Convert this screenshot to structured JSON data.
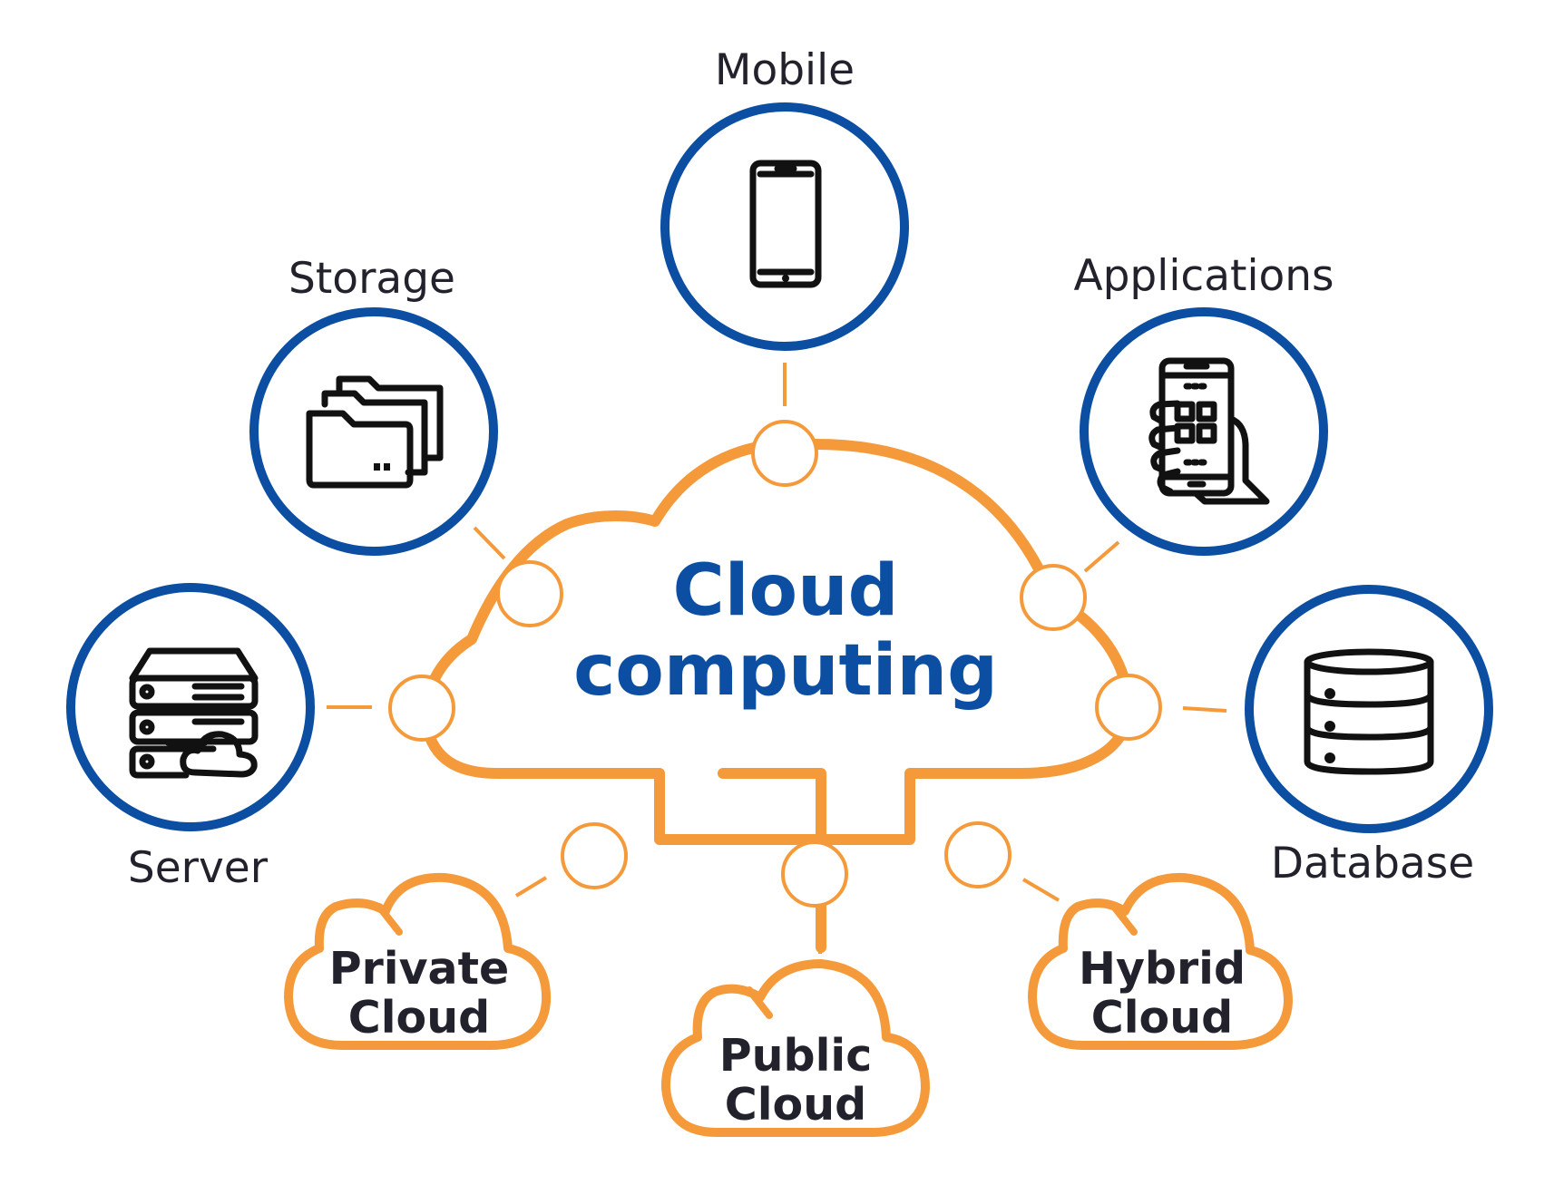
{
  "diagram": {
    "title_line1": "Cloud",
    "title_line2": "computing",
    "devices": [
      {
        "label": "Mobile",
        "icon": "mobile-phone-icon"
      },
      {
        "label": "Storage",
        "icon": "folders-icon"
      },
      {
        "label": "Applications",
        "icon": "hand-holding-phone-apps-icon"
      },
      {
        "label": "Server",
        "icon": "server-rack-cloud-icon"
      },
      {
        "label": "Database",
        "icon": "database-icon"
      }
    ],
    "cloud_types": [
      {
        "line1": "Private",
        "line2": "Cloud"
      },
      {
        "line1": "Public",
        "line2": "Cloud"
      },
      {
        "line1": "Hybrid",
        "line2": "Cloud"
      }
    ],
    "colors": {
      "ring_blue": "#0b4ea2",
      "cloud_orange": "#f59a3b",
      "text_dark": "#22222c",
      "icon_black": "#111111"
    }
  }
}
